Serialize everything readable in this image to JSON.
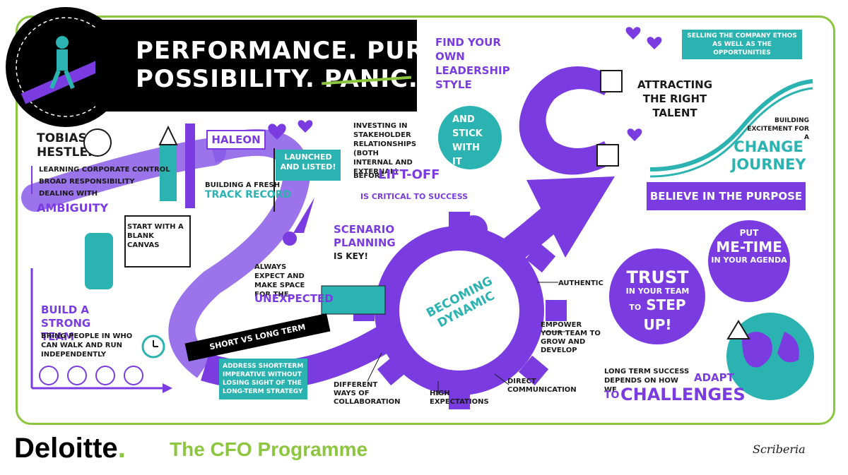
{
  "header": {
    "line1": "PERFORMANCE. PURPOSE.",
    "line2_a": "POSSIBILITY. ",
    "line2_strike": "PANIC",
    "line2_end": "."
  },
  "tobias": {
    "name1": "TOBIAS",
    "name2": "HESTLER",
    "items": [
      "LEARNING CORPORATE CONTROL",
      "BROAD RESPONSIBILITY",
      "DEALING WITH"
    ],
    "ambiguity": "AMBIGUITY"
  },
  "haleon": {
    "label": "HALEON",
    "flag": "LAUNCHED AND LISTED!",
    "fresh1": "BUILDING A FRESH",
    "fresh2": "TRACK RECORD"
  },
  "canvas": {
    "text": "START WITH A BLANK CANVAS"
  },
  "stakeholder": {
    "text": "INVESTING IN STAKEHOLDER RELATIONSHIPS (BOTH INTERNAL AND EXTERNAL)",
    "before": "BEFORE",
    "liftoff": "LIFT-OFF",
    "critical": "IS CRITICAL TO SUCCESS"
  },
  "leadership": {
    "find": "FIND YOUR OWN LEADERSHIP STYLE",
    "stick": "AND STICK WITH IT"
  },
  "talent": {
    "attracting": "ATTRACTING THE RIGHT TALENT",
    "selling": "SELLING THE COMPANY ETHOS AS WELL AS THE OPPORTUNITIES",
    "building": "BUILDING EXCITEMENT FOR A",
    "change": "CHANGE JOURNEY"
  },
  "believe": "BELIEVE IN THE PURPOSE",
  "scenario": {
    "title": "SCENARIO PLANNING",
    "sub": "IS KEY!"
  },
  "unexpected": {
    "text": "ALWAYS EXPECT AND MAKE SPACE FOR THE",
    "word": "UNEXPECTED"
  },
  "team": {
    "title": "BUILD A STRONG TEAM",
    "text": "BRING PEOPLE IN WHO CAN WALK AND RUN INDEPENDENTLY"
  },
  "planning": {
    "banner": "SHORT VS LONG TERM PLANNING",
    "box": "ADDRESS SHORT-TERM IMPERATIVE WITHOUT LOSING SIGHT OF THE LONG-TERM STRATEGY"
  },
  "gear": {
    "center": "BECOMING DYNAMIC",
    "authentic": "AUTHENTIC",
    "empower": "EMPOWER YOUR TEAM TO GROW AND DEVELOP",
    "direct": "DIRECT COMMUNICATION",
    "high": "HIGH EXPECTATIONS",
    "ways": "DIFFERENT WAYS OF COLLABORATION"
  },
  "trust": {
    "a": "TRUST",
    "b": "IN YOUR TEAM",
    "c": "TO",
    "d": "STEP UP!"
  },
  "metime": {
    "a": "PUT",
    "b": "ME-TIME",
    "c": "IN YOUR AGENDA"
  },
  "adapt": {
    "text": "LONG TERM SUCCESS DEPENDS ON HOW WE",
    "adapt": "ADAPT",
    "to": "TO",
    "challenges": "CHALLENGES"
  },
  "footer": {
    "brand": "Deloitte",
    "dot": ".",
    "programme": "The CFO Programme",
    "signature": "Scriberia"
  },
  "colors": {
    "purple": "#7a3ce0",
    "teal": "#2bb3b1",
    "green": "#8cc63f",
    "black": "#000000"
  }
}
